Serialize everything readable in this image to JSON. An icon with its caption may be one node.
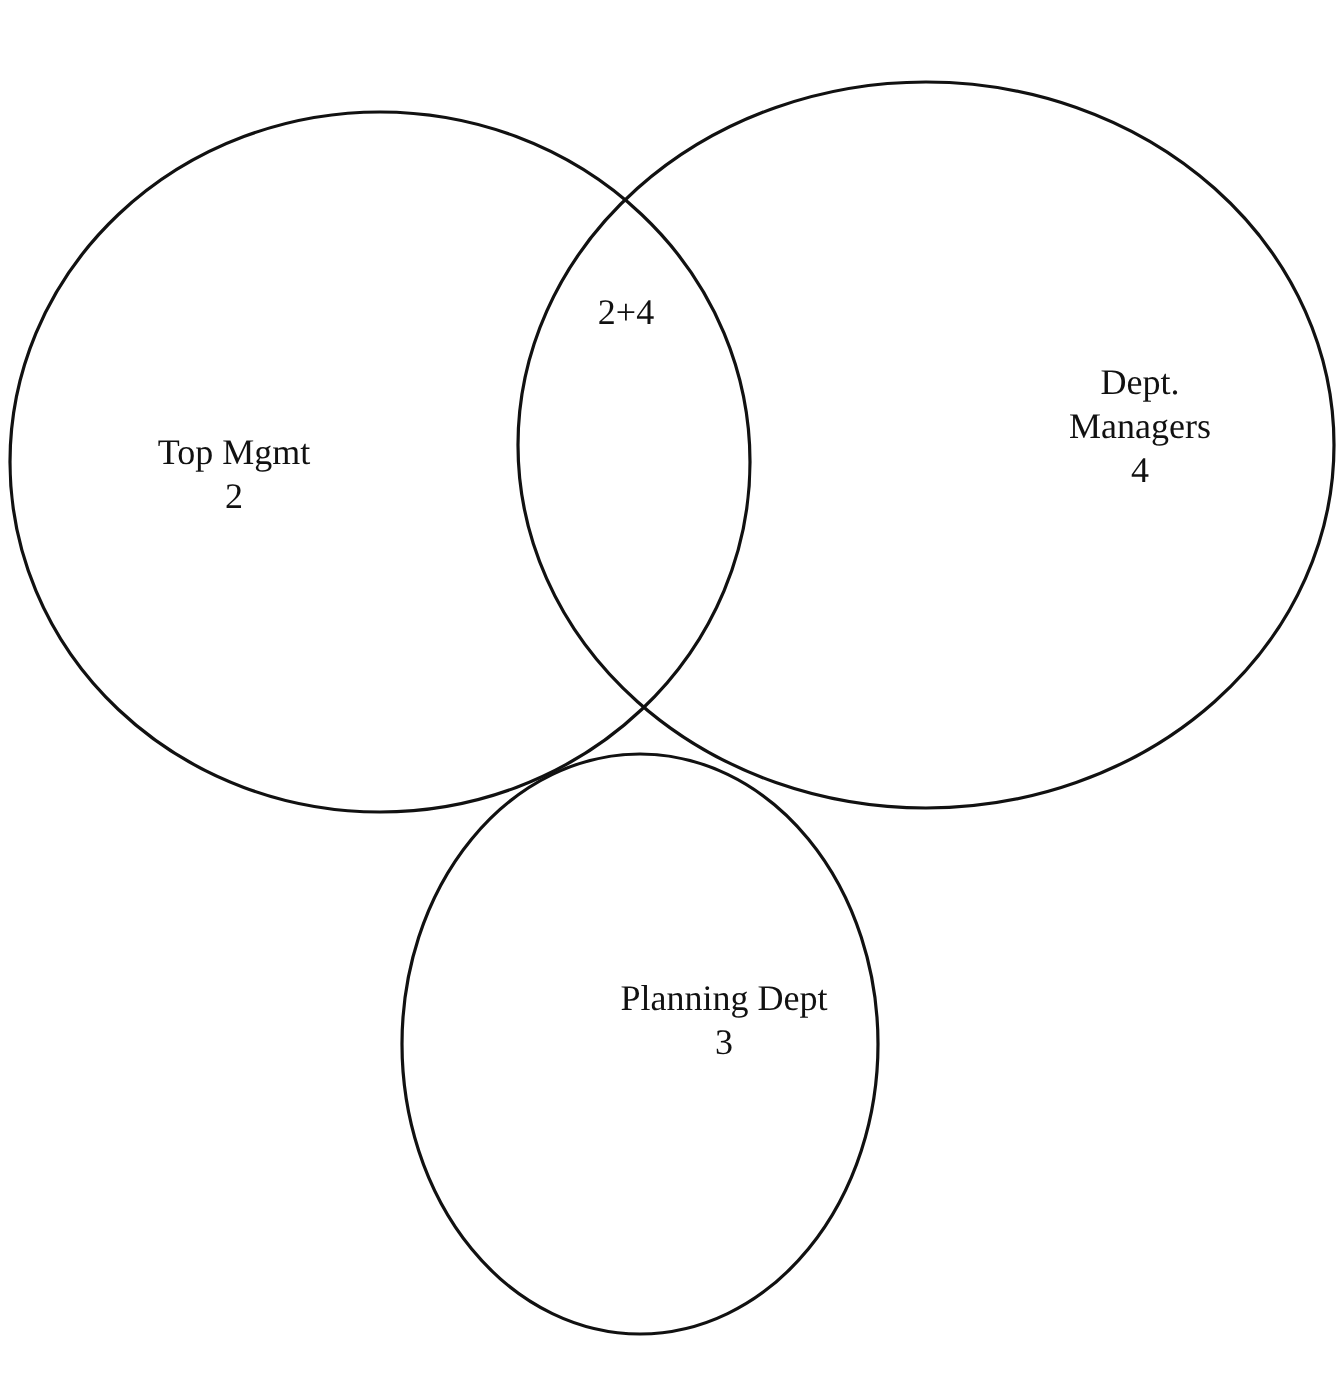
{
  "diagram": {
    "nodes": [
      {
        "text": [
          "Top Mgmt",
          "2"
        ]
      },
      {
        "text": [
          "Dept. Managers",
          "4"
        ]
      },
      {
        "text": [
          "Planning Dept",
          "3"
        ]
      }
    ],
    "labels": [
      "2+4"
    ]
  }
}
